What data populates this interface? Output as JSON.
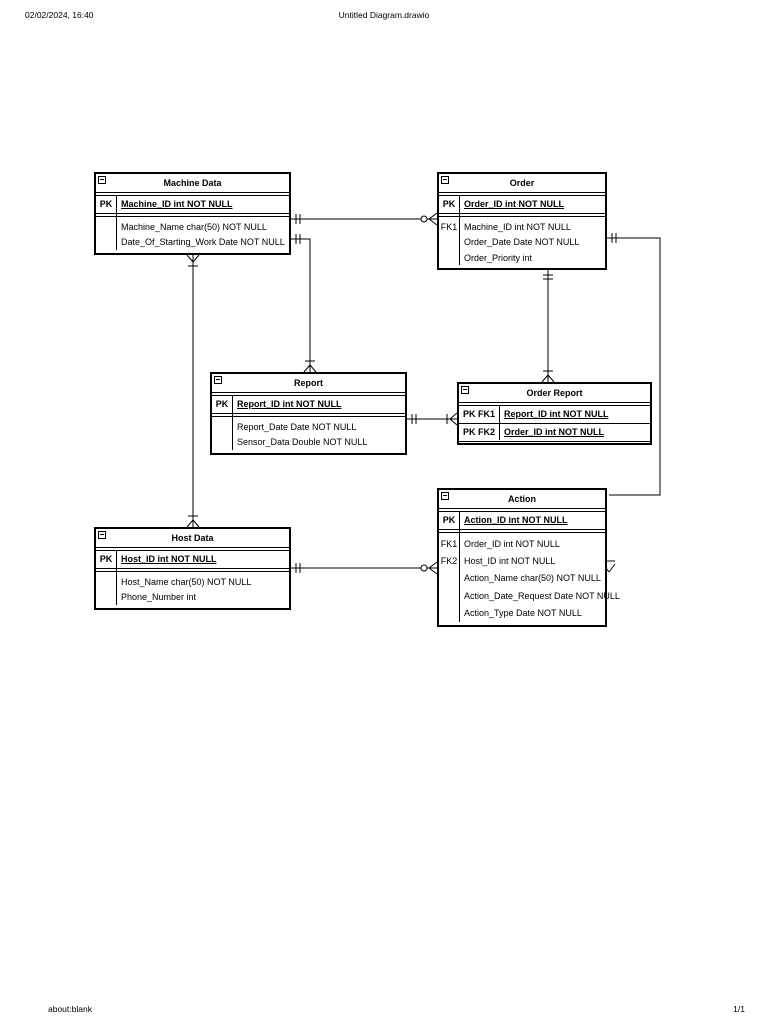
{
  "page": {
    "header": {
      "timestamp": "02/02/2024, 16:40",
      "title": "Untitled Diagram.drawio"
    },
    "footer": {
      "source": "about:blank",
      "page_number": "1/1"
    }
  },
  "diagram": {
    "entities": {
      "machine_data": {
        "title": "Machine Data",
        "rows": [
          {
            "key": "PK",
            "value": "Machine_ID int NOT NULL"
          },
          {
            "key": "",
            "value": "Machine_Name char(50) NOT NULL"
          },
          {
            "key": "",
            "value": "Date_Of_Starting_Work Date NOT NULL"
          }
        ]
      },
      "order": {
        "title": "Order",
        "rows": [
          {
            "key": "PK",
            "value": "Order_ID int NOT NULL"
          },
          {
            "key": "FK1",
            "value": "Machine_ID int NOT NULL"
          },
          {
            "key": "",
            "value": "Order_Date Date NOT NULL"
          },
          {
            "key": "",
            "value": "Order_Priority int"
          }
        ]
      },
      "report": {
        "title": "Report",
        "rows": [
          {
            "key": "PK",
            "value": "Report_ID int NOT NULL"
          },
          {
            "key": "",
            "value": "Report_Date Date NOT NULL"
          },
          {
            "key": "",
            "value": "Sensor_Data Double NOT NULL"
          }
        ]
      },
      "order_report": {
        "title": "Order Report",
        "rows": [
          {
            "key": "PK FK1",
            "value": "Report_ID int NOT NULL"
          },
          {
            "key": "PK FK2",
            "value": "Order_ID int NOT NULL"
          }
        ]
      },
      "action": {
        "title": "Action",
        "rows": [
          {
            "key": "PK",
            "value": "Action_ID int NOT NULL"
          },
          {
            "key": "FK1",
            "value": "Order_ID int NOT NULL"
          },
          {
            "key": "FK2",
            "value": "Host_ID int NOT NULL"
          },
          {
            "key": "",
            "value": "Action_Name char(50) NOT NULL"
          },
          {
            "key": "",
            "value": "Action_Date_Request Date NOT NULL"
          },
          {
            "key": "",
            "value": "Action_Type Date NOT NULL"
          }
        ]
      },
      "host_data": {
        "title": "Host Data",
        "rows": [
          {
            "key": "PK",
            "value": "Host_ID int NOT NULL"
          },
          {
            "key": "",
            "value": "Host_Name char(50) NOT NULL"
          },
          {
            "key": "",
            "value": "Phone_Number int"
          }
        ]
      }
    },
    "relationships": [
      {
        "from": "Machine Data",
        "to": "Order",
        "from_cardinality": "exactly-one",
        "to_cardinality": "zero-or-many"
      },
      {
        "from": "Machine Data",
        "to": "Report",
        "from_cardinality": "exactly-one",
        "to_cardinality": "one-or-many"
      },
      {
        "from": "Machine Data",
        "to": "Host Data",
        "from_cardinality": "one-or-many",
        "to_cardinality": "one-or-many"
      },
      {
        "from": "Order",
        "to": "Order Report",
        "from_cardinality": "exactly-one",
        "to_cardinality": "one-or-many"
      },
      {
        "from": "Report",
        "to": "Order Report",
        "from_cardinality": "exactly-one",
        "to_cardinality": "one-or-many"
      },
      {
        "from": "Order",
        "to": "Action",
        "from_cardinality": "exactly-one",
        "to_cardinality": "one-or-many"
      },
      {
        "from": "Host Data",
        "to": "Action",
        "from_cardinality": "exactly-one",
        "to_cardinality": "zero-or-many"
      }
    ]
  },
  "colors": {
    "line": "#000000",
    "background": "#ffffff",
    "text": "#000000"
  }
}
